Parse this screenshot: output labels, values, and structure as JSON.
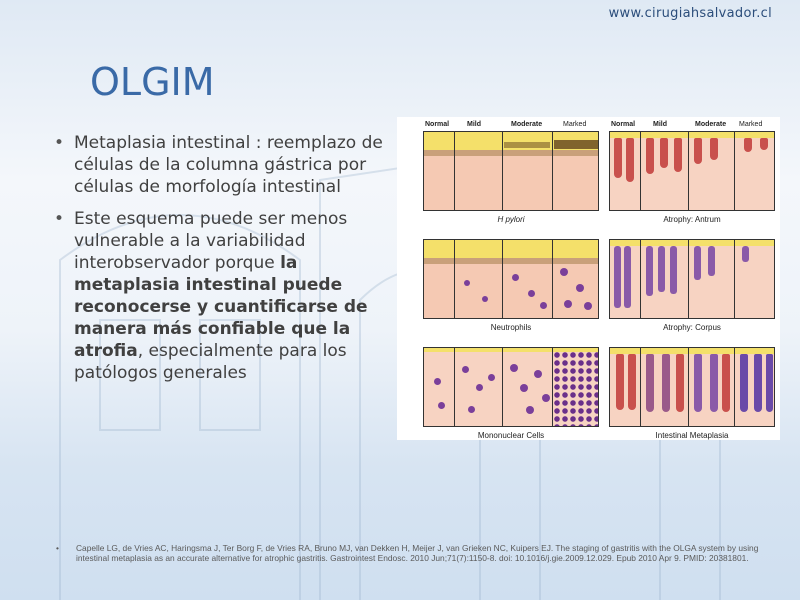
{
  "header": {
    "site_url": "www.cirugiahsalvador.cl"
  },
  "slide": {
    "title": "OLGIM",
    "bullets": [
      {
        "text": "Metaplasia intestinal : reemplazo de células de la columna gástrica por células de morfología intestinal"
      },
      {
        "text_before": "Este esquema puede ser menos vulnerable a la variabilidad interobservador porque ",
        "text_bold": "la metaplasia intestinal puede reconocerse y cuantificarse de manera más confiable que la atrofia",
        "text_after": ", especialmente para los patólogos generales"
      }
    ],
    "reference": "Capelle LG, de Vries AC, Haringsma J, Ter Borg F, de Vries RA, Bruno MJ, van Dekken H, Meijer J, van Grieken NC, Kuipers EJ. The staging of gastritis with the OLGA system by using intestinal metaplasia as an accurate alternative for atrophic gastritis. Gastrointest Endosc. 2010 Jun;71(7):1150-8. doi: 10.1016/j.gie.2009.12.029. Epub 2010 Apr 9. PMID: 20381801."
  },
  "figure": {
    "grade_labels": [
      "Normal",
      "Mild",
      "Moderate",
      "Marked"
    ],
    "panels": [
      {
        "caption": "H pylori"
      },
      {
        "caption": "Atrophy: Antrum"
      },
      {
        "caption": "Neutrophils"
      },
      {
        "caption": "Atrophy: Corpus"
      },
      {
        "caption": "Mononuclear Cells"
      },
      {
        "caption": "Intestinal Metaplasia"
      }
    ],
    "colors": {
      "surface_yellow": "#f4e06a",
      "lamina": "#f5c9b3",
      "gland_red": "#c9504c",
      "cell_purple": "#7a3f9a",
      "title_blue": "#3a6aa7"
    }
  }
}
